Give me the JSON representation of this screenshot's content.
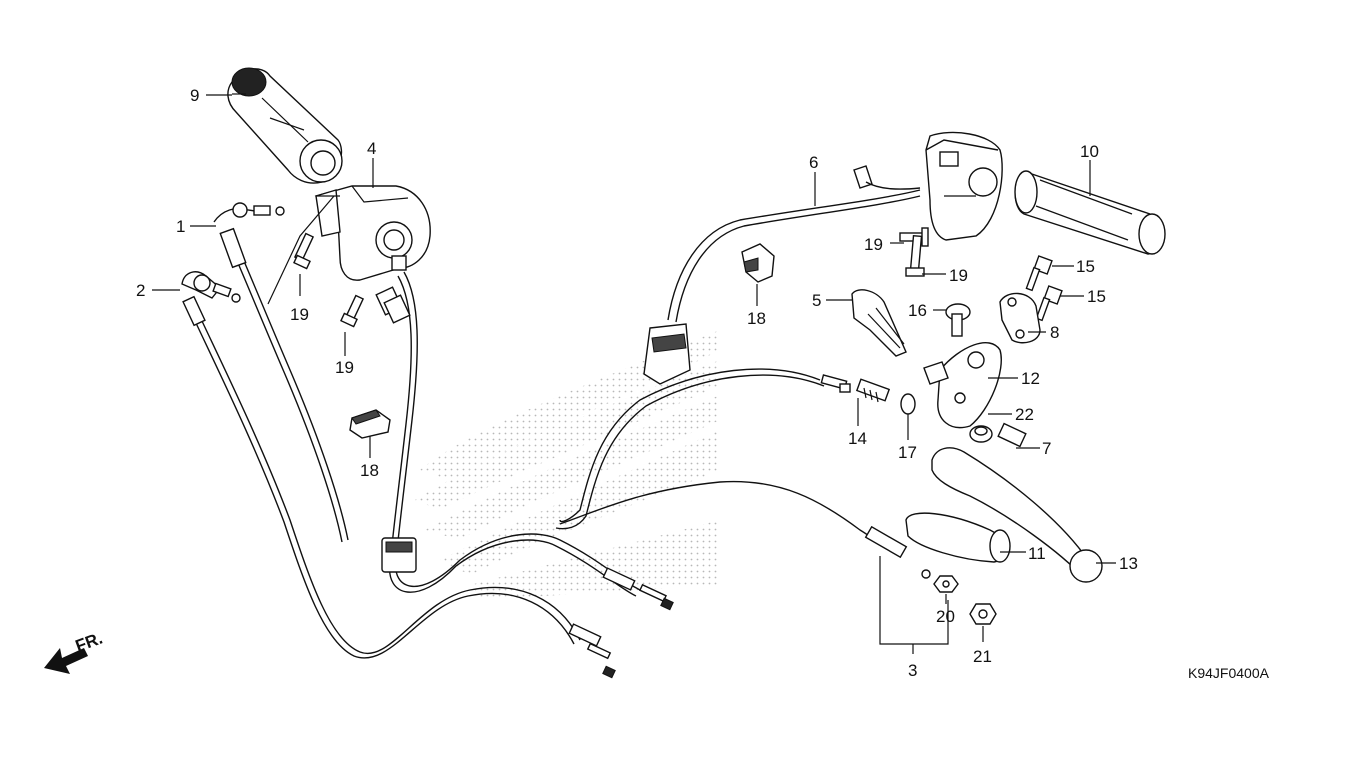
{
  "diagram": {
    "drawing_code": "K94JF0400A",
    "direction_marker": "FR.",
    "callouts": [
      {
        "id": "c9",
        "text": "9"
      },
      {
        "id": "c4",
        "text": "4"
      },
      {
        "id": "c1",
        "text": "1"
      },
      {
        "id": "c2",
        "text": "2"
      },
      {
        "id": "c19a",
        "text": "19"
      },
      {
        "id": "c19b",
        "text": "19"
      },
      {
        "id": "c18a",
        "text": "18"
      },
      {
        "id": "c6",
        "text": "6"
      },
      {
        "id": "c10",
        "text": "10"
      },
      {
        "id": "c19c",
        "text": "19"
      },
      {
        "id": "c19d",
        "text": "19"
      },
      {
        "id": "c15a",
        "text": "15"
      },
      {
        "id": "c15b",
        "text": "15"
      },
      {
        "id": "c18b",
        "text": "18"
      },
      {
        "id": "c5",
        "text": "5"
      },
      {
        "id": "c16",
        "text": "16"
      },
      {
        "id": "c8",
        "text": "8"
      },
      {
        "id": "c12",
        "text": "12"
      },
      {
        "id": "c22",
        "text": "22"
      },
      {
        "id": "c7",
        "text": "7"
      },
      {
        "id": "c14",
        "text": "14"
      },
      {
        "id": "c17",
        "text": "17"
      },
      {
        "id": "c11",
        "text": "11"
      },
      {
        "id": "c13",
        "text": "13"
      },
      {
        "id": "c20",
        "text": "20"
      },
      {
        "id": "c21",
        "text": "21"
      },
      {
        "id": "c3",
        "text": "3"
      }
    ]
  }
}
